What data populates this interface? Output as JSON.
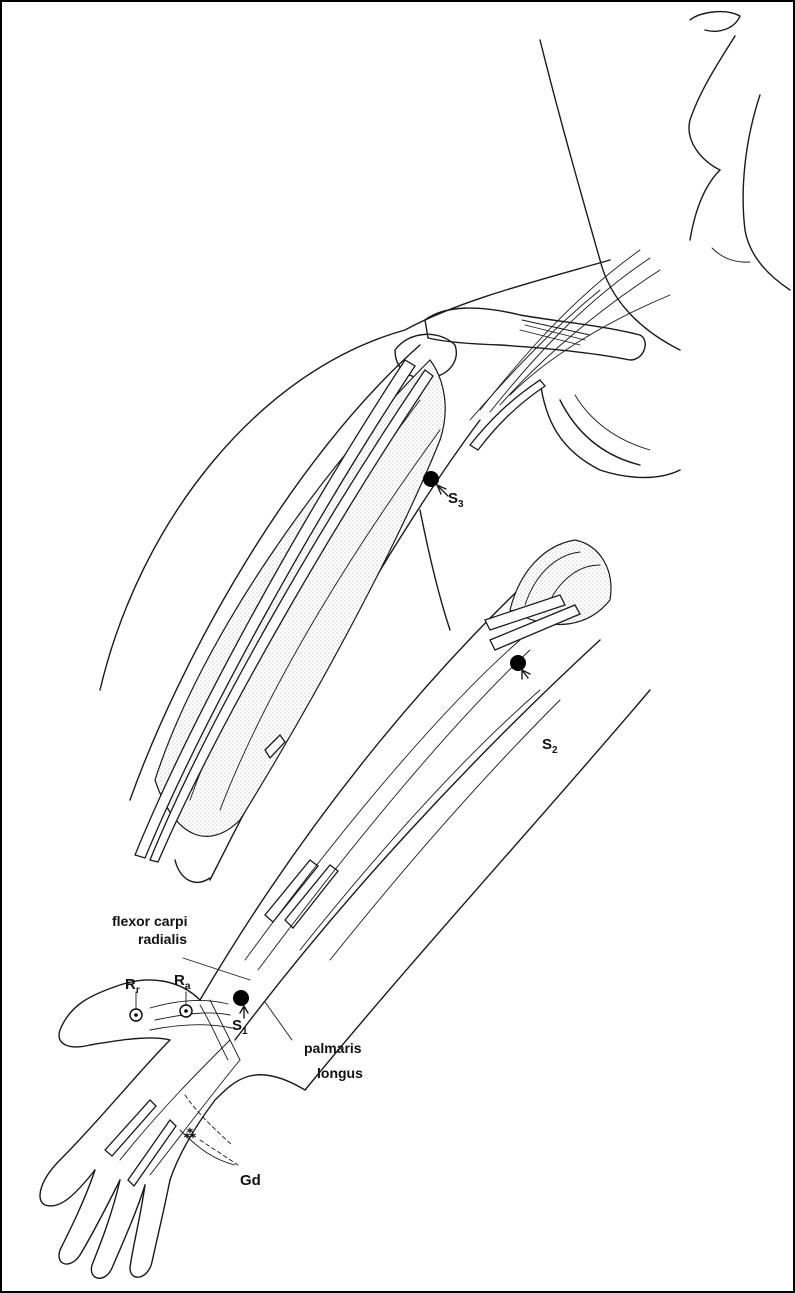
{
  "figure": {
    "border_color": "#000000",
    "ink_color": "#1a1a1a",
    "labels": {
      "s3": {
        "main": "S",
        "sub": "3"
      },
      "s2": {
        "main": "S",
        "sub": "2"
      },
      "s1": {
        "main": "S",
        "sub": "1"
      },
      "fcr_line1": "flexor carpi",
      "fcr_line2": "radialis",
      "rr": {
        "main": "R",
        "sub": "r"
      },
      "ra": {
        "main": "R",
        "sub": "a"
      },
      "pl_line1": "palmaris",
      "pl_line2": "longus",
      "gd": "Gd"
    }
  }
}
